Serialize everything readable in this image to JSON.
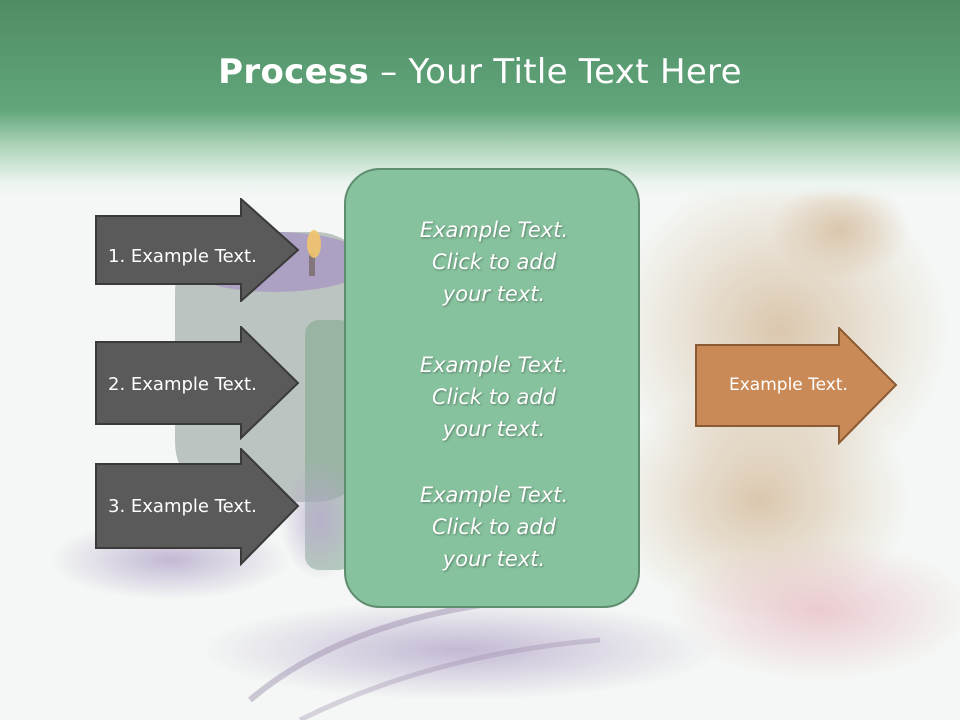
{
  "title": {
    "bold": "Process",
    "rest": " – Your Title Text Here"
  },
  "steps": [
    {
      "label": "1. Example Text."
    },
    {
      "label": "2. Example Text."
    },
    {
      "label": "3. Example Text."
    }
  ],
  "center": {
    "blocks": [
      {
        "line1": "Example Text.",
        "line2": "Click  to add",
        "line3": "your text."
      },
      {
        "line1": "Example Text.",
        "line2": "Click  to add",
        "line3": "your text."
      },
      {
        "line1": "Example Text.",
        "line2": "Click  to add",
        "line3": "your text."
      }
    ]
  },
  "output": {
    "label": "Example Text."
  },
  "colors": {
    "header_green": "#62a67b",
    "step_arrow": "#5a5a5a",
    "center_box": "#87c29e",
    "output_arrow": "#c98a57"
  }
}
